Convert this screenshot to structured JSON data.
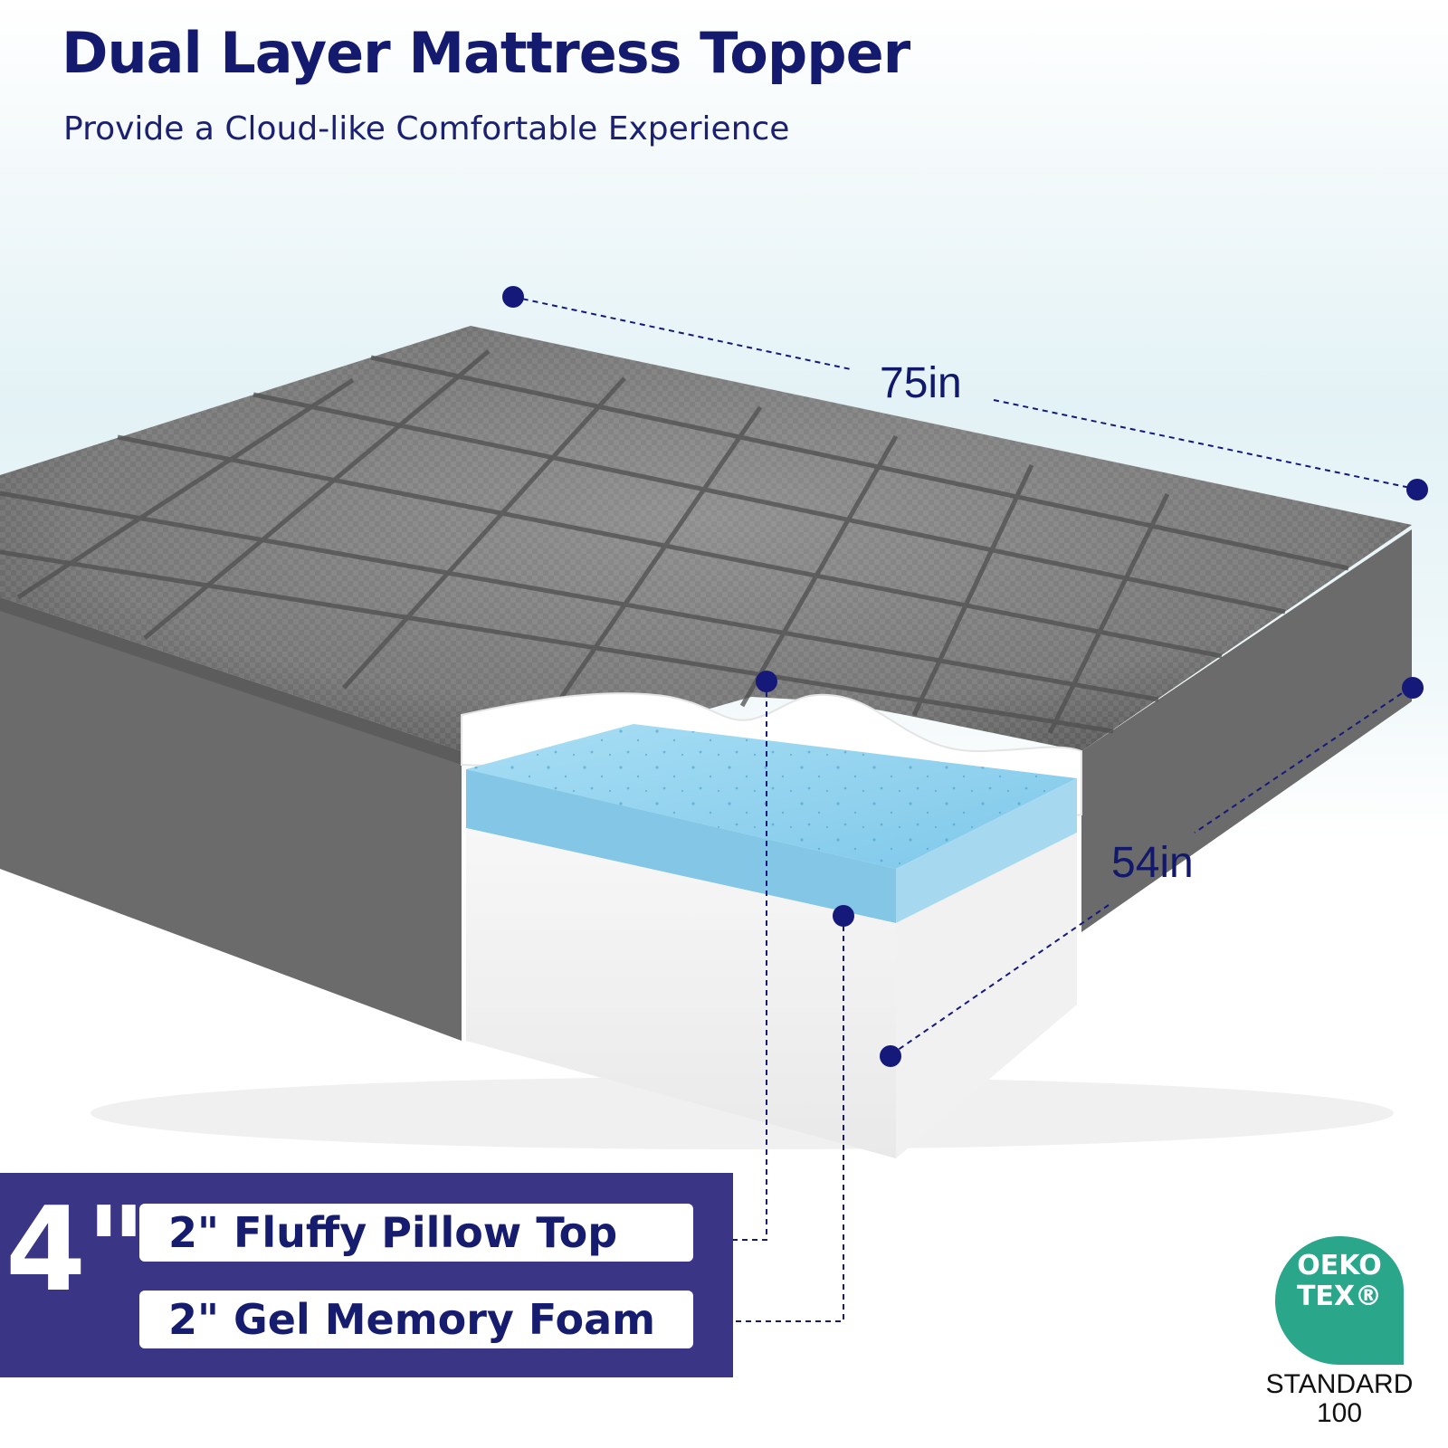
{
  "headline": "Dual Layer Mattress Topper",
  "subline": "Provide a Cloud-like Comfortable Experience",
  "dimensions": {
    "length": "75in",
    "width": "54in"
  },
  "spec": {
    "total_thickness": "4\"",
    "layers": [
      {
        "label": "2\" Fluffy Pillow Top"
      },
      {
        "label": "2\" Gel Memory Foam"
      }
    ]
  },
  "certification": {
    "badge_line1": "OEKO",
    "badge_line2": "TEX®",
    "caption_line1": "STANDARD",
    "caption_line2": "100"
  },
  "colors": {
    "brand_navy": "#141a6e",
    "panel_purple": "#3b3586",
    "topper_gray": "#6d6d6d",
    "gel_blue": "#8fd0ec",
    "oeko_green": "#2aa68a"
  }
}
